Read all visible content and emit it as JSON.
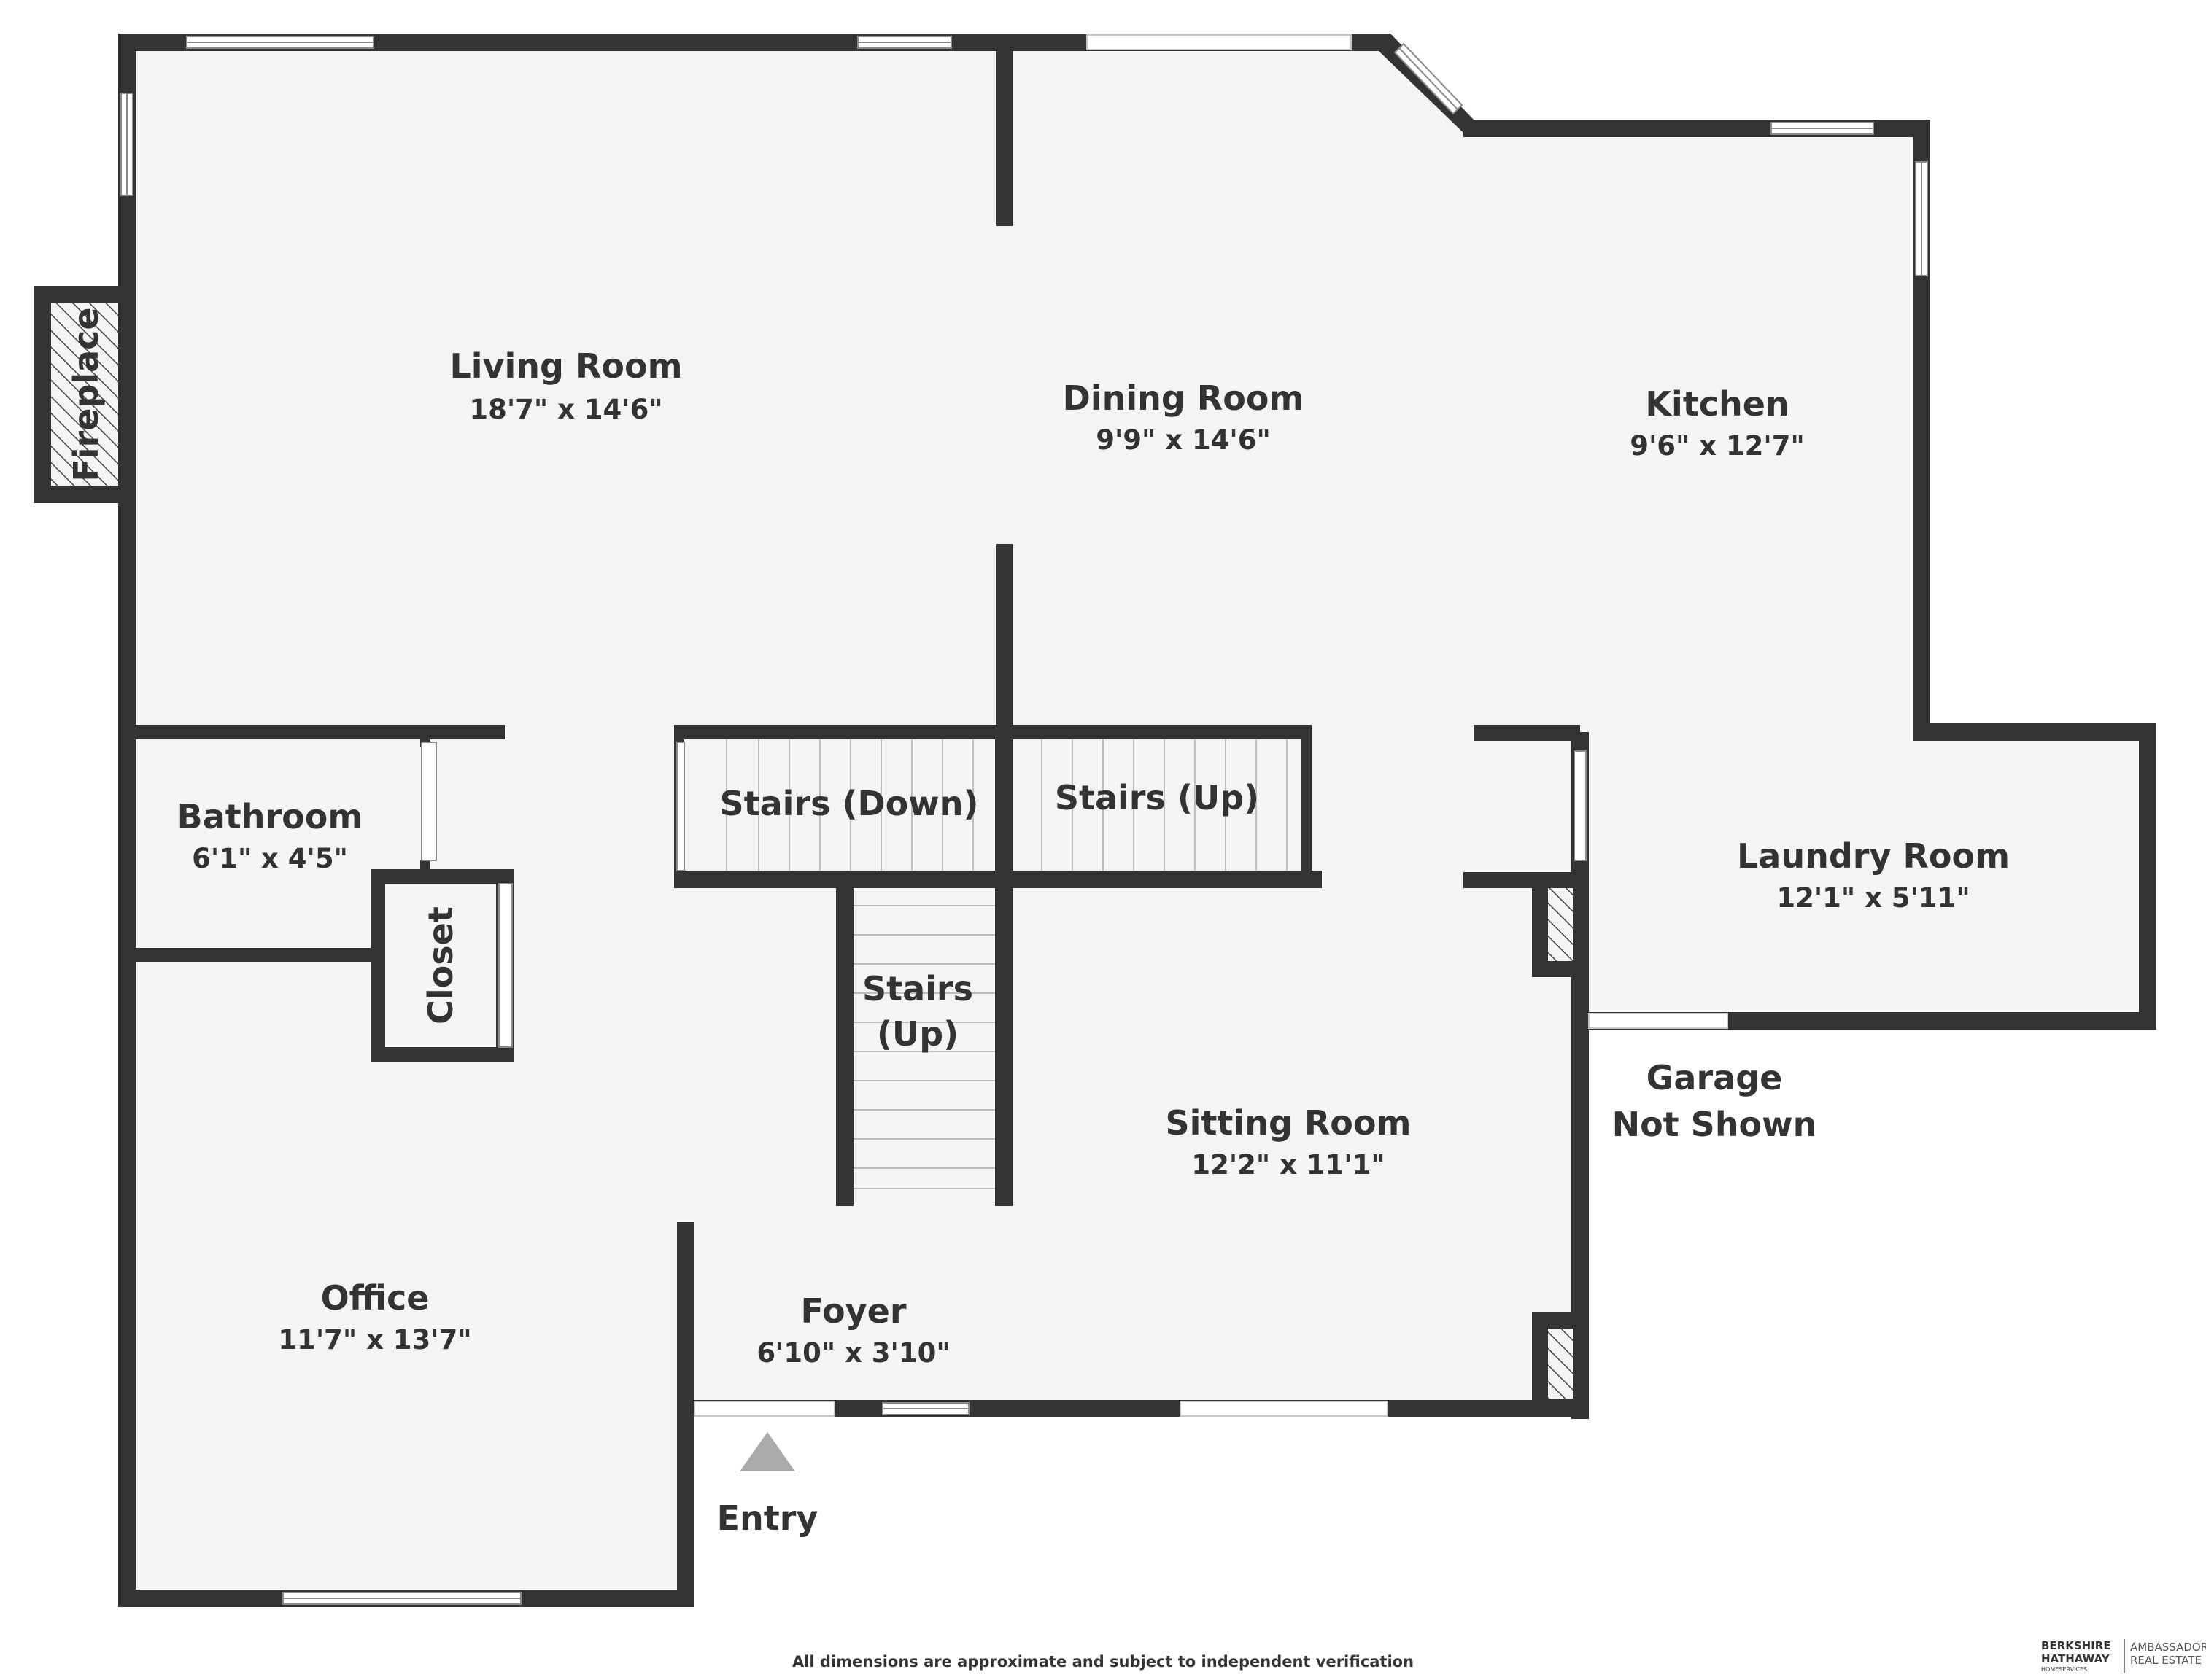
{
  "rooms": {
    "living": {
      "name": "Living Room",
      "dims": "18'7\" x 14'6\""
    },
    "dining": {
      "name": "Dining Room",
      "dims": "9'9\" x 14'6\""
    },
    "kitchen": {
      "name": "Kitchen",
      "dims": "9'6\" x 12'7\""
    },
    "bathroom": {
      "name": "Bathroom",
      "dims": "6'1\" x 4'5\""
    },
    "laundry": {
      "name": "Laundry Room",
      "dims": "12'1\" x 5'11\""
    },
    "sitting": {
      "name": "Sitting Room",
      "dims": "12'2\" x 11'1\""
    },
    "office": {
      "name": "Office",
      "dims": "11'7\" x 13'7\""
    },
    "foyer": {
      "name": "Foyer",
      "dims": "6'10\" x 3'10\""
    }
  },
  "labels": {
    "fireplace": "Fireplace",
    "closet": "Closet",
    "stairs_down": "Stairs (Down)",
    "stairs_up": "Stairs (Up)",
    "stairs_up2_line1": "Stairs",
    "stairs_up2_line2": "(Up)",
    "garage_line1": "Garage",
    "garage_line2": "Not Shown",
    "entry": "Entry"
  },
  "disclaimer": "All dimensions are approximate and subject to independent verification",
  "logo": {
    "line1": "BERKSHIRE",
    "line2": "HATHAWAY",
    "line3": "HOMESERVICES",
    "line4": "AMBASSADOR",
    "line5": "REAL ESTATE"
  },
  "colors": {
    "wall": "#333333",
    "floor": "#f4f4f4",
    "entry_arrow": "#aaaaaa"
  }
}
